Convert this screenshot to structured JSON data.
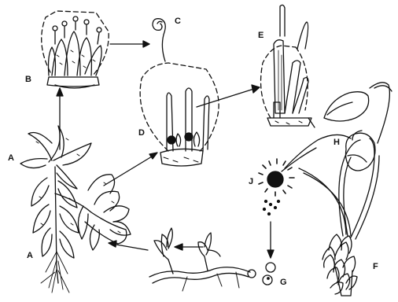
{
  "diagram": {
    "labels": {
      "a": "A",
      "b": "B",
      "c": "C",
      "d": "D",
      "e": "E",
      "f": "F",
      "g": "G",
      "h": "H",
      "j": "J"
    }
  },
  "colors": {
    "ink": "#111111",
    "background": "#ffffff"
  }
}
